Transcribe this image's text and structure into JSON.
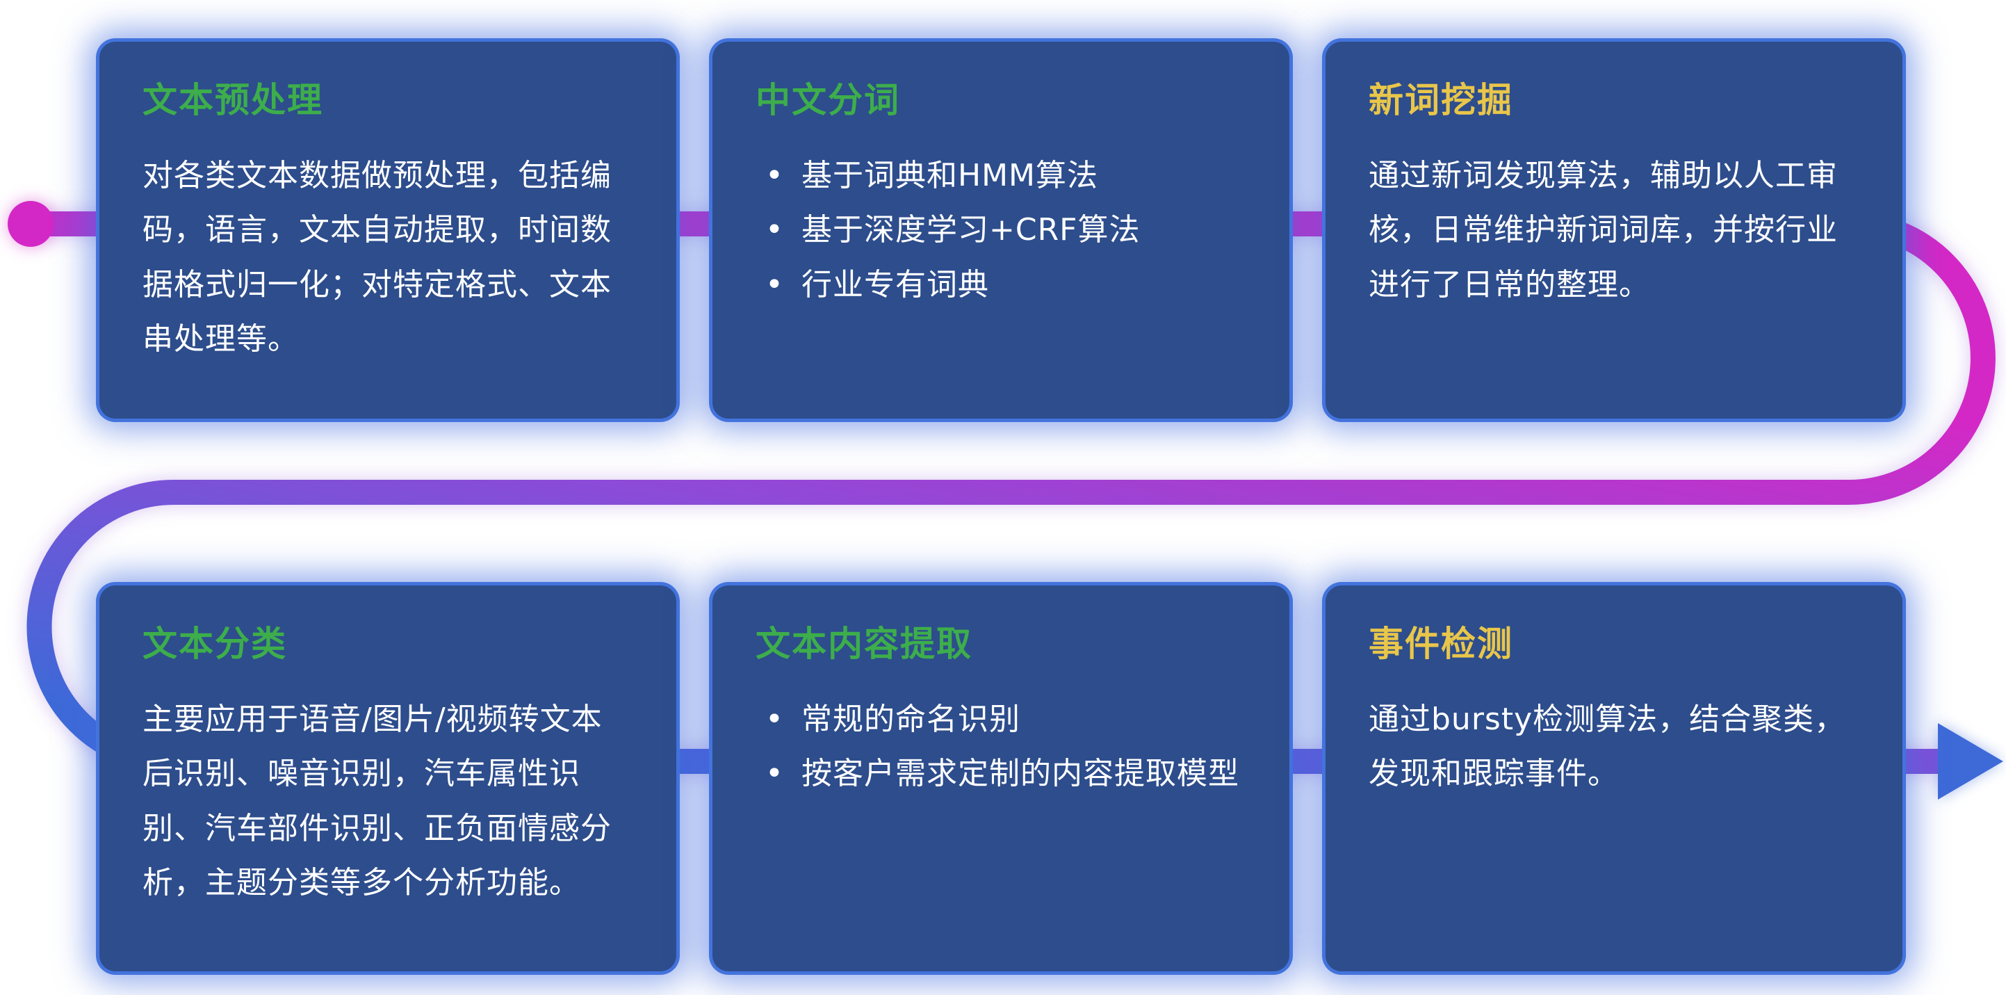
{
  "colors": {
    "card_bg": "#2d4d8c",
    "card_rim": "#4877e6",
    "title_green": "#3dae4b",
    "title_yellow": "#e9c64a",
    "body_text": "#ffffff",
    "line_magenta": "#d428c6",
    "line_purple": "#8a4cd8",
    "line_blue": "#3e6ad8"
  },
  "cards": [
    {
      "id": "text-preprocessing",
      "title": "文本预处理",
      "title_color": "green",
      "type": "paragraph",
      "body": "对各类文本数据做预处理，包括编码，语言，文本自动提取，时间数据格式归一化；对特定格式、文本串处理等。"
    },
    {
      "id": "chinese-segmentation",
      "title": "中文分词",
      "title_color": "green",
      "type": "bullets",
      "bullets": [
        "基于词典和HMM算法",
        "基于深度学习+CRF算法",
        "行业专有词典"
      ]
    },
    {
      "id": "new-word-mining",
      "title": "新词挖掘",
      "title_color": "yellow",
      "type": "paragraph",
      "body": "通过新词发现算法，辅助以人工审核，日常维护新词词库，并按行业进行了日常的整理。"
    },
    {
      "id": "text-classification",
      "title": "文本分类",
      "title_color": "green",
      "type": "paragraph",
      "body": "主要应用于语音/图片/视频转文本后识别、噪音识别，汽车属性识别、汽车部件识别、正负面情感分析，主题分类等多个分析功能。"
    },
    {
      "id": "content-extraction",
      "title": "文本内容提取",
      "title_color": "green",
      "type": "bullets",
      "bullets": [
        "常规的命名识别",
        "按客户需求定制的内容提取模型"
      ]
    },
    {
      "id": "event-detection",
      "title": "事件检测",
      "title_color": "yellow",
      "type": "paragraph",
      "body": "通过bursty检测算法，结合聚类，发现和跟踪事件。"
    }
  ]
}
